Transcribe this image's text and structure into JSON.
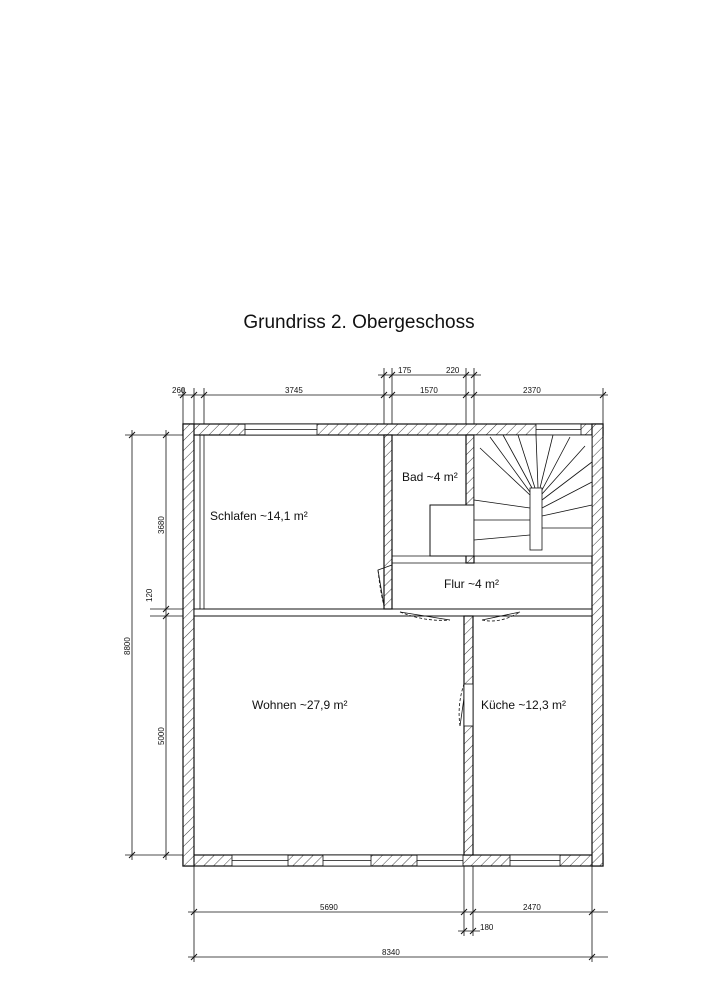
{
  "title": "Grundriss 2. Obergeschoss",
  "rooms": {
    "schlafen": "Schlafen ~14,1 m²",
    "bad": "Bad ~4 m²",
    "flur": "Flur ~4 m²",
    "wohnen": "Wohnen ~27,9 m²",
    "kueche": "Küche ~12,3 m²"
  },
  "dimensions": {
    "top": [
      "260",
      "3745",
      "175",
      "1570",
      "220",
      "2370"
    ],
    "left": [
      "3680",
      "120",
      "5000"
    ],
    "left_total": "8800",
    "bottom": [
      "5690",
      "180",
      "2470"
    ],
    "bottom_total": "8340"
  }
}
